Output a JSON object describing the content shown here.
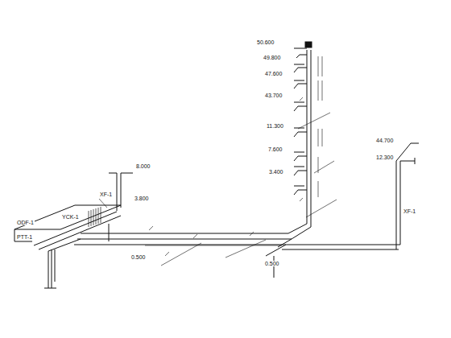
{
  "diagram": {
    "labels": [
      "50.600",
      "49.800",
      "47.600",
      "43.700",
      "11.300",
      "7.600",
      "3.400",
      "8.000",
      "3.800",
      "0.500",
      "0.500",
      "44.700",
      "12.300",
      "ODF-1",
      "PTT-1",
      "YCK-1",
      "XF-1",
      "XF-1"
    ]
  }
}
